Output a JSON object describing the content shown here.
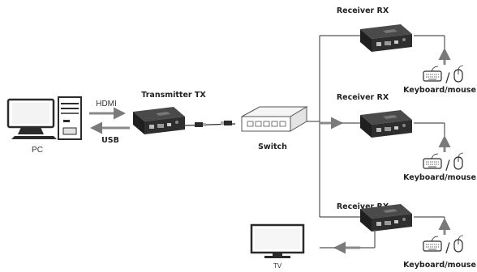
{
  "labels": {
    "pc": "PC",
    "hdmi": "HDMI",
    "usb": "USB",
    "transmitter": "Transmitter TX",
    "switch": "Switch",
    "receiver_1": "Receiver RX",
    "receiver_2": "Receiver RX",
    "receiver_3": "Receiver RX",
    "km_1": "Keyboard/mouse",
    "km_2": "Keyboard/mouse",
    "km_3": "Keyboard/mouse",
    "tv": "TV"
  },
  "colors": {
    "line": "#555555",
    "arrow": "#8a8a8a",
    "device": "#2b2b2b"
  },
  "icons": {
    "pc": "desktop-computer-icon",
    "transmitter": "extender-box-icon",
    "switch": "network-switch-icon",
    "receiver": "extender-box-icon",
    "keyboard": "keyboard-icon",
    "mouse": "mouse-icon",
    "tv": "tv-icon"
  }
}
